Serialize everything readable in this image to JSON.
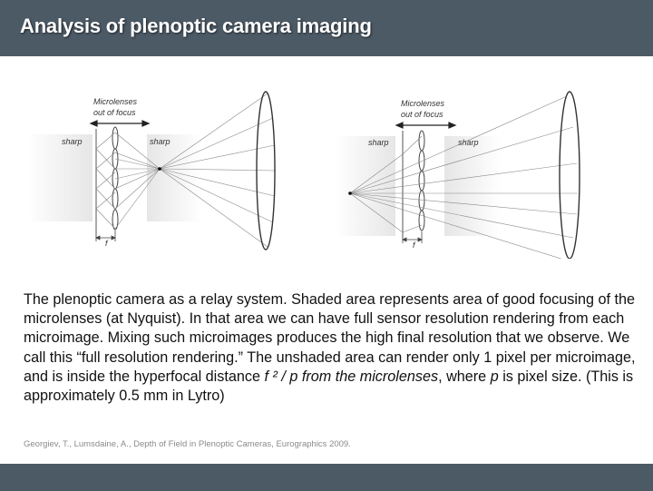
{
  "title": "Analysis of plenoptic camera imaging",
  "diagram_left": {
    "microlenses_label_line1": "Microlenses",
    "microlenses_label_line2": "out of focus",
    "sharp_left": "sharp",
    "sharp_right": "sharp",
    "focal_label": "f"
  },
  "diagram_right": {
    "microlenses_label_line1": "Microlenses",
    "microlenses_label_line2": "out of focus",
    "sharp_left": "sharp",
    "sharp_right": "sharp",
    "focal_label": "f"
  },
  "body": {
    "part1": "The plenoptic camera as a relay system. Shaded area represents area of good focusing of the microlenses (at Nyquist). In that area we can have full sensor resolution rendering from each microimage. Mixing such microimages produces the high final resolution that we observe. We call this “full resolution rendering.” The unshaded area can render only 1 pixel per microimage, and is inside the hyperfocal distance ",
    "formula_italic": "f ² / p from the microlenses",
    "part2": ", where ",
    "p_italic": "p",
    "part3": " is pixel size.  (This is approximately 0.5 mm in Lytro)"
  },
  "citation": "Georgiev, T., Lumsdaine, A., Depth of Field in Plenoptic Cameras, Eurographics 2009.",
  "colors": {
    "header_bar": "#4c5a66",
    "shaded_area": "#ededed",
    "line": "#444444"
  }
}
